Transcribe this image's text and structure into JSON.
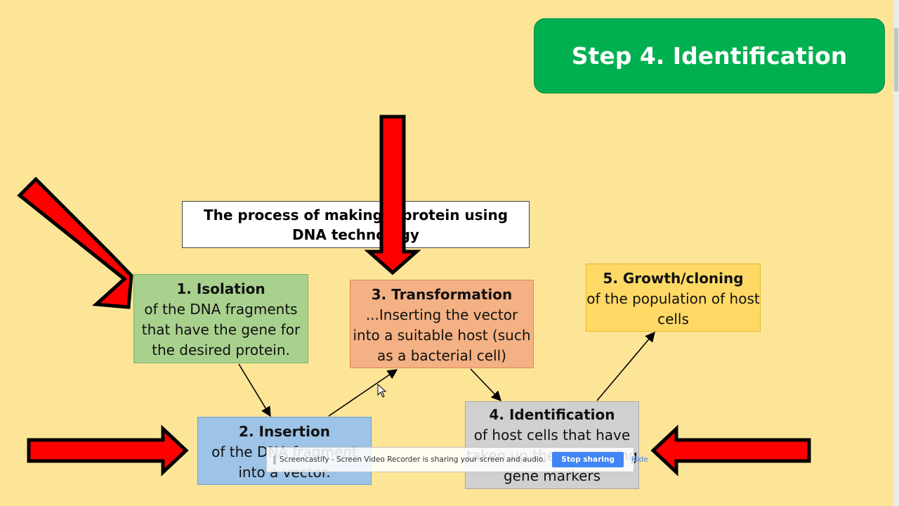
{
  "header": {
    "title": "Step 4. Identification",
    "color": "#00b050"
  },
  "diagram_title": "The process of making a protein using DNA technology",
  "steps": [
    {
      "heading": "1.   Isolation",
      "body": "of the DNA fragments that have the gene for the desired protein.",
      "color": "#a9d18e"
    },
    {
      "heading": "2. Insertion",
      "body": "of the DNA fragment into a vector.",
      "color": "#9dc3e6"
    },
    {
      "heading": "3. Transformation",
      "body": "...Inserting the vector into a suitable host (such as a bacterial cell)",
      "color": "#f4b183"
    },
    {
      "heading": "4. Identification",
      "body": "of host cells that have taken up the gene using gene markers",
      "color": "#d0d0d0"
    },
    {
      "heading": "5. Growth/cloning",
      "body": "of the population of host cells",
      "color": "#ffd966"
    }
  ],
  "pointer_arrows": {
    "color": "#ff0000",
    "outline": "#000000",
    "count": 4
  },
  "share_bar": {
    "message": "Screencastify - Screen Video Recorder is sharing your screen and audio.",
    "stop_label": "Stop sharing",
    "hide_label": "Hide"
  },
  "icons": [
    "cursor-icon",
    "drag-grip-icon"
  ]
}
